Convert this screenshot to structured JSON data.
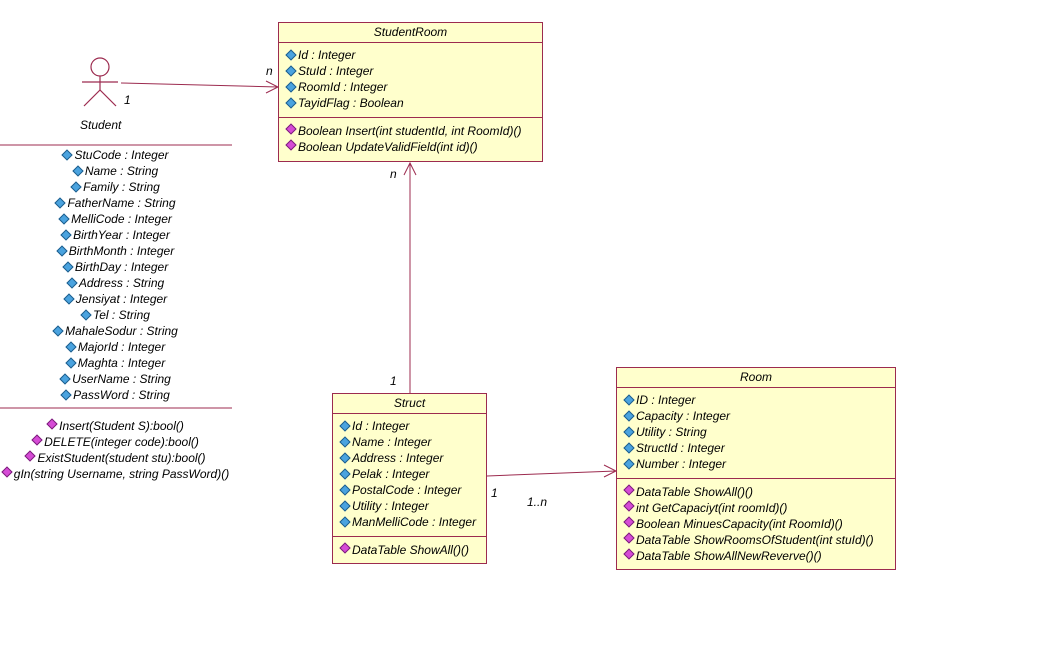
{
  "student_class": {
    "name": "Student",
    "multiplicity": "1",
    "attributes": [
      "StuCode : Integer",
      "Name : String",
      "Family : String",
      "FatherName : String",
      "MelliCode : Integer",
      "BirthYear : Integer",
      "BirthMonth : Integer",
      "BirthDay : Integer",
      "Address : String",
      "Jensiyat : Integer",
      "Tel : String",
      "MahaleSodur : String",
      "MajorId : Integer",
      "Maghta : Integer",
      "UserName : String",
      "PassWord : String"
    ],
    "operations": [
      "Insert(Student S):bool()",
      "DELETE(integer code):bool()",
      "ExistStudent(student stu):bool()",
      "gIn(string Username, string PassWord)()"
    ]
  },
  "studentroom_class": {
    "name": "StudentRoom",
    "attributes": [
      "Id : Integer",
      "StuId : Integer",
      "RoomId : Integer",
      "TayidFlag : Boolean"
    ],
    "operations": [
      "Boolean Insert(int studentId, int RoomId)()",
      "Boolean UpdateValidField(int id)()"
    ]
  },
  "struct_class": {
    "name": "Struct",
    "attributes": [
      "Id : Integer",
      "Name : Integer",
      "Address : Integer",
      "Pelak : Integer",
      "PostalCode : Integer",
      "Utility : Integer",
      "ManMelliCode : Integer"
    ],
    "operations": [
      "DataTable ShowAll()()"
    ]
  },
  "room_class": {
    "name": "Room",
    "attributes": [
      "ID : Integer",
      "Capacity : Integer",
      "Utility : String",
      "StructId : Integer",
      "Number : Integer"
    ],
    "operations": [
      "DataTable ShowAll()()",
      "int GetCapaciyt(int roomId)()",
      "Boolean MinuesCapacity(int RoomId)()",
      "DataTable ShowRoomsOfStudent(int stuId)()",
      "DataTable ShowAllNewReverve()()"
    ]
  },
  "associations": {
    "student_to_studentroom": {
      "student_end": "1",
      "studentroom_end": "n"
    },
    "struct_to_studentroom": {
      "struct_end": "1",
      "studentroom_end": "n"
    },
    "struct_to_room": {
      "struct_end": "1",
      "room_end": "1..n"
    }
  },
  "colors": {
    "fill": "#ffffcc",
    "border": "#9c2b4f",
    "attribute_icon": "#4aa3df",
    "operation_icon": "#d64bd6"
  }
}
